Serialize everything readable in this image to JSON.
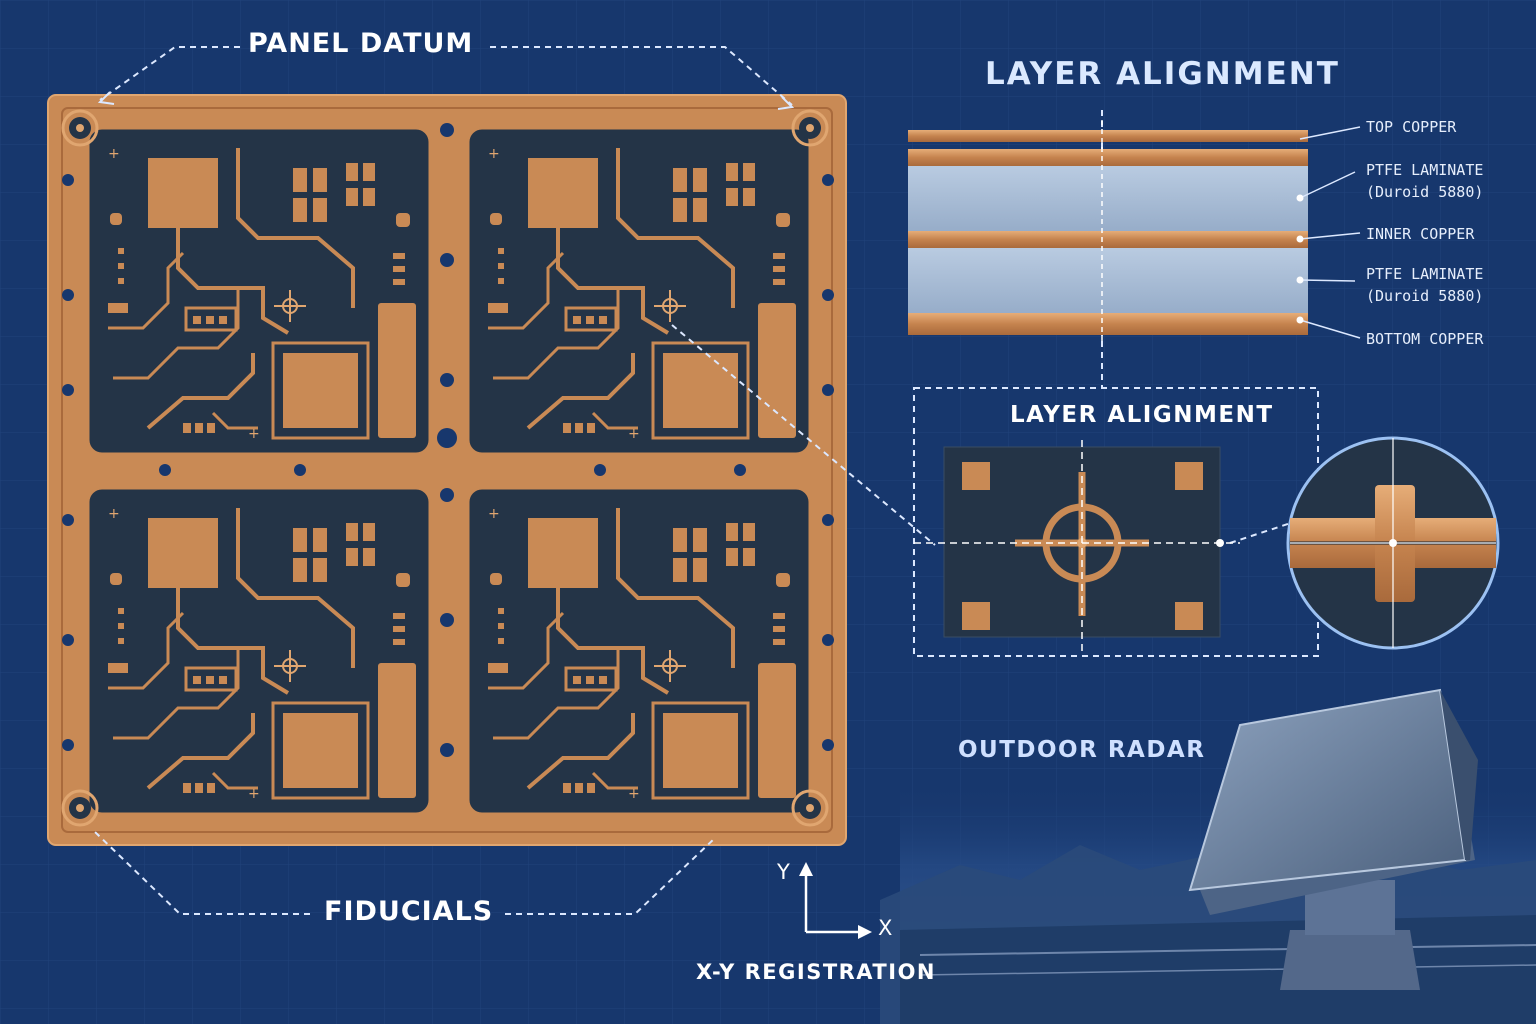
{
  "labels": {
    "panel_datum": "PANEL DATUM",
    "fiducials": "FIDUCIALS",
    "layer_alignment_title": "LAYER ALIGNMENT",
    "layer_alignment_inset": "LAYER ALIGNMENT",
    "outdoor_radar": "OUTDOOR RADAR",
    "xy_registration": "X-Y REGISTRATION",
    "axis_x": "X",
    "axis_y": "Y"
  },
  "stackup_layers": [
    {
      "line1": "TOP COPPER",
      "line2": ""
    },
    {
      "line1": "PTFE LAMINATE",
      "line2": "(Duroid 5880)"
    },
    {
      "line1": "INNER COPPER",
      "line2": ""
    },
    {
      "line1": "PTFE LAMINATE",
      "line2": "(Duroid 5880)"
    },
    {
      "line1": "BOTTOM COPPER",
      "line2": ""
    }
  ],
  "colors": {
    "background": "#17376d",
    "grid": "#2a4c86",
    "copper": "#c98a55",
    "copper_light": "#e0a670",
    "board_dark": "#243447",
    "laminate": "#a9bdd6",
    "leader": "#dce8ff"
  }
}
